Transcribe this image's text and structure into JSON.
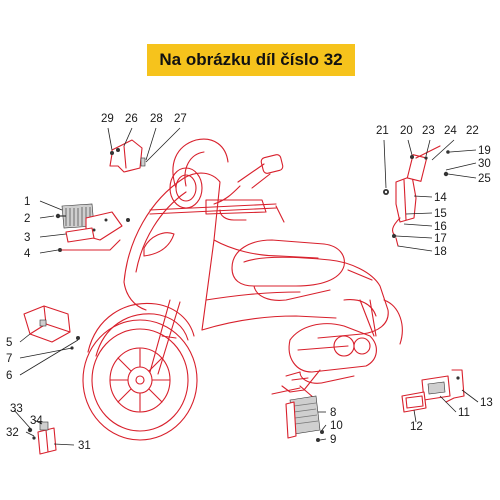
{
  "banner": {
    "text": "Na obrázku díl číslo 32",
    "color": "#f6c31c"
  },
  "line_color": "#d8202c",
  "labels": {
    "l1": "1",
    "l2": "2",
    "l3": "3",
    "l4": "4",
    "l5": "5",
    "l6": "6",
    "l7": "7",
    "l8": "8",
    "l9": "9",
    "l10": "10",
    "l11": "11",
    "l12": "12",
    "l13": "13",
    "l14": "14",
    "l15": "15",
    "l16": "16",
    "l17": "17",
    "l18": "18",
    "l19": "19",
    "l20": "20",
    "l21": "21",
    "l22": "22",
    "l23": "23",
    "l24": "24",
    "l25": "25",
    "l26": "26",
    "l27": "27",
    "l28": "28",
    "l29": "29",
    "l30": "30",
    "l31": "31",
    "l32": "32",
    "l33": "33",
    "l34": "34"
  }
}
